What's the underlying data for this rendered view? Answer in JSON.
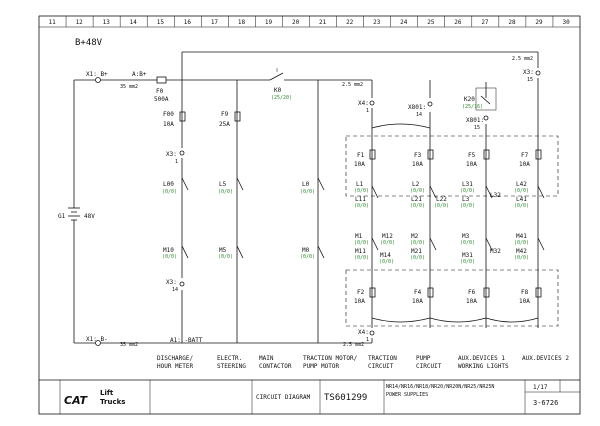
{
  "grid_columns": [
    "11",
    "12",
    "13",
    "14",
    "15",
    "16",
    "17",
    "18",
    "19",
    "20",
    "21",
    "22",
    "23",
    "24",
    "25",
    "26",
    "27",
    "28",
    "29",
    "30"
  ],
  "supply": {
    "label": "B+48V",
    "b_plus": "X1: B+",
    "b_minus": "X1: B-",
    "ab_plus": "A:B+",
    "a1_batt": "A1: -BATT",
    "cable_top": "35 mm2",
    "cable_bottom": "35 mm2",
    "cable_mid": "2.5 mm2",
    "cable_mid2": "2.5 mm2",
    "cable_far": "2.5 mm2",
    "battery": "G1",
    "battery_v": "48V"
  },
  "main_fuse": {
    "name": "F0",
    "rating": "500A"
  },
  "fuses": [
    {
      "name": "F00",
      "rating": "10A"
    },
    {
      "name": "F9",
      "rating": "25A"
    },
    {
      "name": "F1",
      "rating": "10A"
    },
    {
      "name": "F3",
      "rating": "10A"
    },
    {
      "name": "F5",
      "rating": "10A"
    },
    {
      "name": "F7",
      "rating": "10A"
    },
    {
      "name": "F2",
      "rating": "10A"
    },
    {
      "name": "F4",
      "rating": "10A"
    },
    {
      "name": "F6",
      "rating": "10A"
    },
    {
      "name": "F8",
      "rating": "10A"
    }
  ],
  "switches": {
    "k0": "K0",
    "k0_sub": "(25/20)",
    "k20": "K20",
    "k20_sub": "(25/16)"
  },
  "connectors": {
    "x3a": "X3:",
    "x3a_pin": "1",
    "x3b": "X3:",
    "x3b_pin": "14",
    "x3c": "X3:",
    "x3c_pin": "15",
    "x4a": "X4:",
    "x4a_pin": "1",
    "x4b": "X4:",
    "x4b_pin": "1",
    "x801": "X801:",
    "x801_pin": "14",
    "x802": "X801:",
    "x802_pin": "15"
  },
  "upper_wires": [
    "L00",
    "L5",
    "L0",
    "L1",
    "L2",
    "L31",
    "L42",
    "L11",
    "L21",
    "L22",
    "L3",
    "L32",
    "L41"
  ],
  "lower_wires": [
    "M10",
    "M5",
    "M0",
    "M1",
    "M12",
    "M2",
    "M3",
    "M41",
    "M11",
    "M14",
    "M21",
    "M31",
    "M32",
    "M42"
  ],
  "sub_code": "(0/0)",
  "functions": [
    {
      "l1": "DISCHARGE/",
      "l2": "HOUR METER"
    },
    {
      "l1": "ELECTR.",
      "l2": "STEERING"
    },
    {
      "l1": "MAIN",
      "l2": "CONTACTOR"
    },
    {
      "l1": "TRACTION MOTOR/",
      "l2": "PUMP MOTOR"
    },
    {
      "l1": "TRACTION",
      "l2": "CIRCUIT"
    },
    {
      "l1": "PUMP",
      "l2": "CIRCUIT"
    },
    {
      "l1": "AUX.DEVICES 1",
      "l2": "WORKING LIGHTS"
    },
    {
      "l1": "AUX.DEVICES 2",
      "l2": ""
    }
  ],
  "title_block": {
    "brand": "CAT",
    "brand_sub1": "Lift",
    "brand_sub2": "Trucks",
    "diagram_label": "CIRCUIT DIAGRAM",
    "doc_number": "TS601299",
    "models": "NR14/NR16/NR18/NR20/NR20N/NR25/NR25N",
    "desc": "POWER SUPPLIES",
    "sheet": "1/17",
    "ref": "3-6726"
  }
}
